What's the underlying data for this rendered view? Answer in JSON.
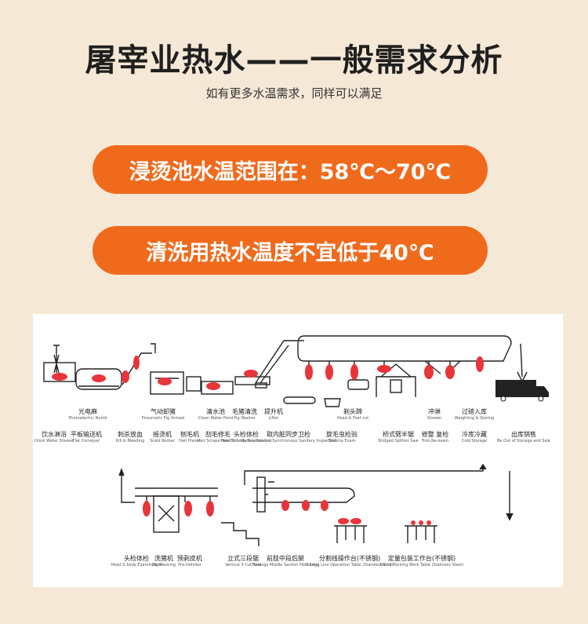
{
  "header": {
    "title": "屠宰业热水——一般需求分析",
    "subtitle": "如有更多水温需求，同样可以满足"
  },
  "highlights": [
    {
      "text": "浸烫池水温范围在：58℃～70℃"
    },
    {
      "text": "清洗用热水温度不宜低于40℃"
    }
  ],
  "colors": {
    "accent": "#f06a1c",
    "background": "#f5e8d6",
    "pig": "#e8353a"
  },
  "diagram": {
    "top_labels": [
      {
        "zh": "光电麻",
        "en": "Photoelectric Numb"
      },
      {
        "zh": "气动卸猪",
        "en": "Pneumatic Pig Unload"
      },
      {
        "zh": "清水池",
        "en": "Clean Water Pond"
      },
      {
        "zh": "毛猪清洗",
        "en": "Pig Washer"
      },
      {
        "zh": "提升机",
        "en": "Lifter"
      },
      {
        "zh": "剃头蹄",
        "en": "Head & Feet cut"
      },
      {
        "zh": "冲淋",
        "en": "Shower"
      },
      {
        "zh": "过磅入库",
        "en": "Weighting & Storing"
      }
    ],
    "row_labels": [
      {
        "zh": "饮水淋浴",
        "en": "Drink Water Shower"
      },
      {
        "zh": "平板输送机",
        "en": "Flat Conveyer"
      },
      {
        "zh": "刺杀放血",
        "en": "Kill & Bleeding"
      },
      {
        "zh": "摇烫机",
        "en": "Scald Rocker"
      },
      {
        "zh": "刨毛机",
        "en": "Hair Planer"
      },
      {
        "zh": "刮毛修毛",
        "en": "Hair Scrape Hair Trim"
      },
      {
        "zh": "头检体检",
        "en": "Head & body Examination"
      },
      {
        "zh": "取内脏同步卫检",
        "en": "Viscera Gut-out Synchronous Sanitary Inspection"
      },
      {
        "zh": "旋毛虫检验",
        "en": "Trichina Exam"
      },
      {
        "zh": "桥式劈半锯",
        "en": "Bridged Splitter Saw"
      },
      {
        "zh": "修整 复检",
        "en": "Trim,Re-exam"
      },
      {
        "zh": "冷库冷藏",
        "en": "Cold Storage"
      },
      {
        "zh": "出库销售",
        "en": "Be Out of Storage and Sale"
      }
    ],
    "bottom_labels": [
      {
        "zh": "头检体检",
        "en": "Head & body Examination"
      },
      {
        "zh": "洗猪机",
        "en": "Pig Washing"
      },
      {
        "zh": "预剥皮机",
        "en": "Pre-Dehider"
      },
      {
        "zh": "立式三段锯",
        "en": "Vertical 3-Cut Saw"
      },
      {
        "zh": "前肢中段后腿",
        "en": "Forelegs Middle Section Hind Legs"
      },
      {
        "zh": "分割线操作台(不锈钢)",
        "en": "Cutting Line Operation Table (Stainless Steel)"
      },
      {
        "zh": "定量包装工作台(不锈钢)",
        "en": "Rated Packing Work Table (Stainless Steel)"
      }
    ]
  }
}
